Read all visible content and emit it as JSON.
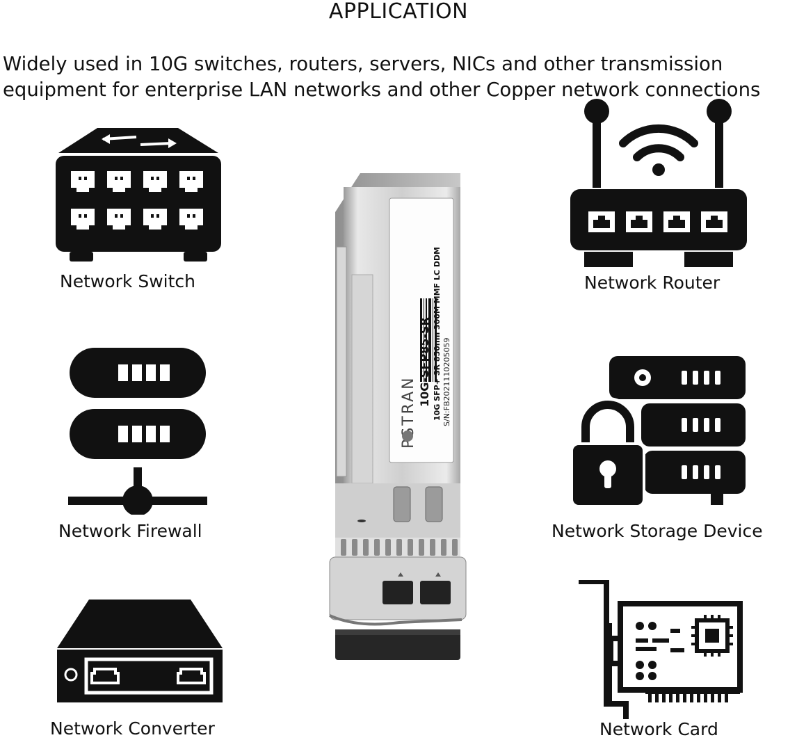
{
  "title": "APPLICATION",
  "description": {
    "line1": "Widely used in 10G switches, routers, servers, NICs and other transmission",
    "line2": "equipment for enterprise LAN networks and other Copper network connections"
  },
  "devices": {
    "switch": "Network Switch",
    "router": "Network Router",
    "firewall": "Network Firewall",
    "storage": "Network Storage Device",
    "converter": "Network Converter",
    "card": "Network Card"
  },
  "module": {
    "brand": "PSTRAN",
    "model": "10G-SFP85-SR",
    "spec1": "10G SFP+ SR 850nm 300M MMF LC DDM",
    "serial": "S/N:FB2021110205059"
  }
}
